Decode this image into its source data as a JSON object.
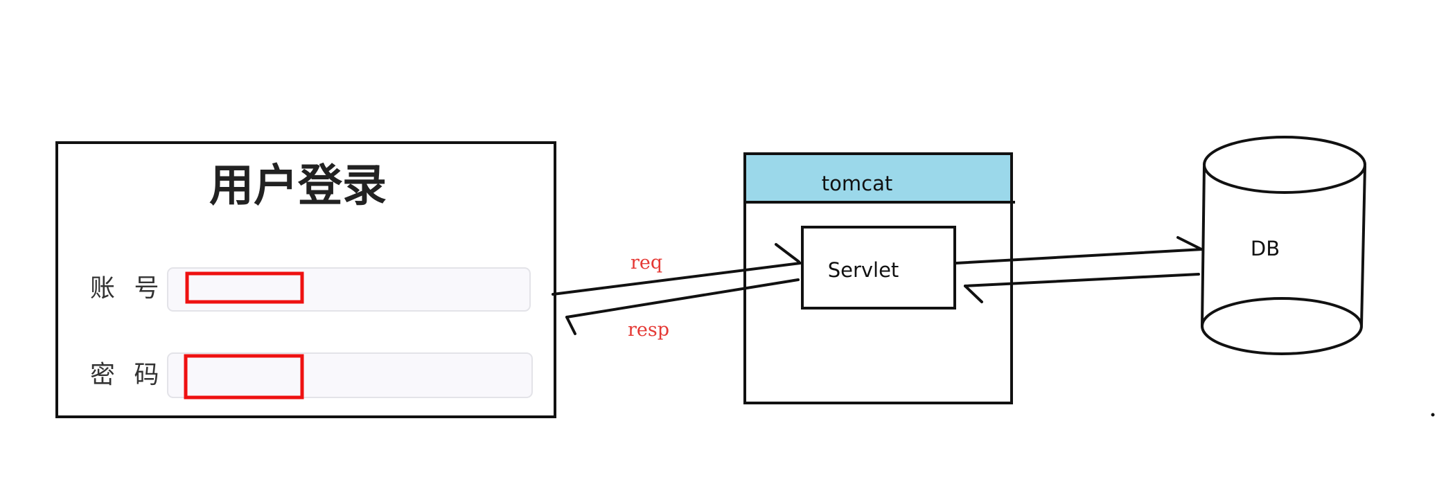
{
  "login": {
    "title": "用户登录",
    "account_label": "账 号:",
    "password_label": "密 码:"
  },
  "server": {
    "container_label": "tomcat",
    "servlet_label": "Servlet"
  },
  "database": {
    "label": "DB"
  },
  "flows": {
    "request_label": "req",
    "response_label": "resp"
  },
  "colors": {
    "tomcat_header": "#9bd8ea",
    "highlight_box": "#ee1111",
    "input_background": "#f9f8fc",
    "input_border": "#e3e3e8",
    "flow_label": "#e53935"
  }
}
